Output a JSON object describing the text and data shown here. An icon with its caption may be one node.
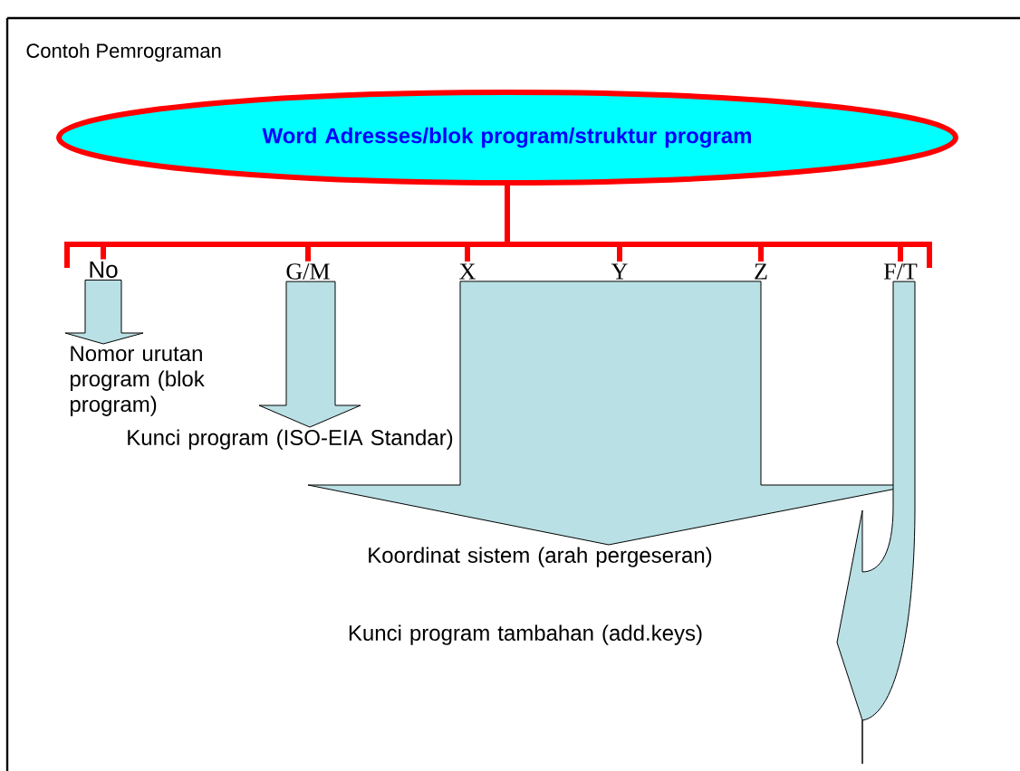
{
  "diagram": {
    "title": "Contoh Pemrograman",
    "nodes": [
      {
        "text": [
          "Word Adresses/blok program/struktur program"
        ]
      },
      {
        "text": [
          "No"
        ]
      },
      {
        "text": [
          "G/M"
        ]
      },
      {
        "text": [
          "X"
        ]
      },
      {
        "text": [
          "Y"
        ]
      },
      {
        "text": [
          "Z"
        ]
      },
      {
        "text": [
          "F/T"
        ]
      },
      {
        "text": [
          "Nomor urutan program (blok program)"
        ]
      },
      {
        "text": [
          "Kunci program (ISO-EIA Standar)"
        ]
      },
      {
        "text": [
          "Koordinat sistem (arah pergeseran)"
        ]
      }
    ],
    "edges": [
      {
        "from": 0,
        "to": 1,
        "arrow": "none",
        "color": "#ff0000"
      },
      {
        "from": 0,
        "to": 2,
        "arrow": "none",
        "color": "#ff0000"
      },
      {
        "from": 0,
        "to": 3,
        "arrow": "none",
        "color": "#ff0000"
      },
      {
        "from": 0,
        "to": 4,
        "arrow": "none",
        "color": "#ff0000"
      },
      {
        "from": 0,
        "to": 5,
        "arrow": "none",
        "color": "#ff0000"
      },
      {
        "from": 0,
        "to": 6,
        "arrow": "none",
        "color": "#ff0000"
      },
      {
        "from": 1,
        "to": 7,
        "arrow": "to"
      },
      {
        "from": 2,
        "to": 8,
        "arrow": "to"
      },
      {
        "from": 3,
        "to": 9,
        "arrow": "to"
      },
      {
        "from": 4,
        "to": 9,
        "arrow": "to"
      },
      {
        "from": 5,
        "to": 9,
        "arrow": "to"
      },
      {
        "from": 6,
        "to": null,
        "arrow": "to"
      }
    ],
    "labels": [
      "Kunci program tambahan (add.keys)"
    ]
  }
}
